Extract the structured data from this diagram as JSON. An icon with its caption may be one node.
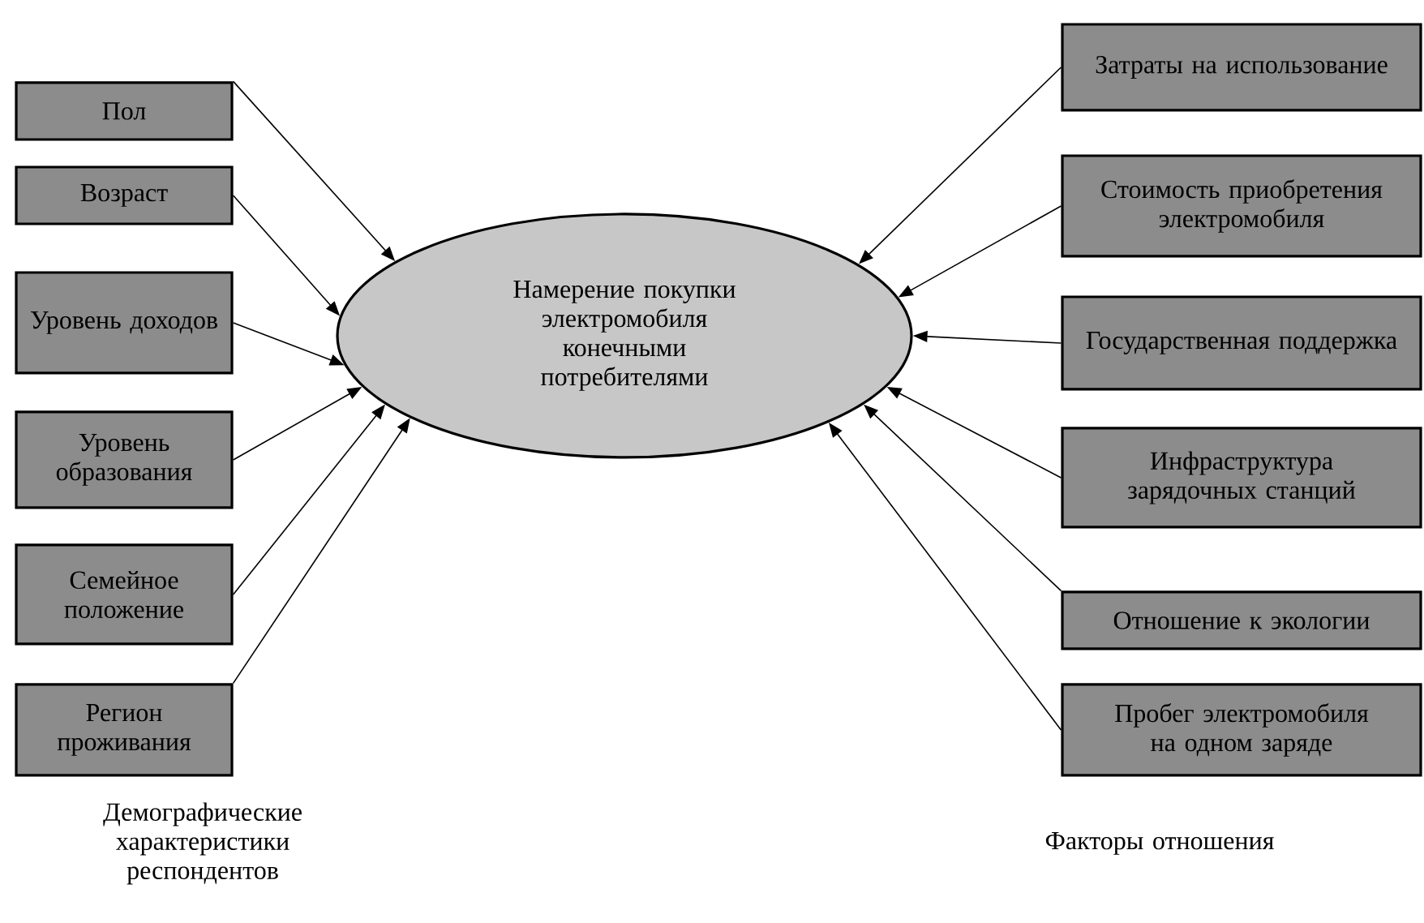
{
  "diagram": {
    "nodes": [
      {
        "text": [
          "Пол"
        ]
      },
      {
        "text": [
          "Возраст"
        ]
      },
      {
        "text": [
          "Уровень доходов"
        ]
      },
      {
        "text": [
          "Уровень образования"
        ]
      },
      {
        "text": [
          "Семейное положение"
        ]
      },
      {
        "text": [
          "Регион проживания"
        ]
      },
      {
        "text": [
          "Затраты на использование"
        ]
      },
      {
        "text": [
          "Стоимость приобретения электромобиля"
        ]
      },
      {
        "text": [
          "Государственная поддержка"
        ]
      },
      {
        "text": [
          "Инфраструктура зарядочных станций"
        ]
      },
      {
        "text": [
          "Отношение к экологии"
        ]
      },
      {
        "text": [
          "Пробег электромобиля на одном заряде"
        ]
      },
      {
        "text": [
          "Намерение покупки электромобиля конечными потребителями"
        ]
      }
    ],
    "edges": [
      {
        "from": 0,
        "to": 12,
        "arrow": "to"
      },
      {
        "from": 1,
        "to": 12,
        "arrow": "to"
      },
      {
        "from": 2,
        "to": 12,
        "arrow": "to"
      },
      {
        "from": 3,
        "to": 12,
        "arrow": "to"
      },
      {
        "from": 4,
        "to": 12,
        "arrow": "to"
      },
      {
        "from": 5,
        "to": 12,
        "arrow": "to"
      },
      {
        "from": 6,
        "to": 12,
        "arrow": "to"
      },
      {
        "from": 7,
        "to": 12,
        "arrow": "to"
      },
      {
        "from": 8,
        "to": 12,
        "arrow": "to"
      },
      {
        "from": 9,
        "to": 12,
        "arrow": "to"
      },
      {
        "from": 10,
        "to": 12,
        "arrow": "to"
      },
      {
        "from": 11,
        "to": 12,
        "arrow": "to"
      }
    ],
    "labels": [
      "Демографические характеристики респондентов",
      "Факторы отношения"
    ]
  }
}
